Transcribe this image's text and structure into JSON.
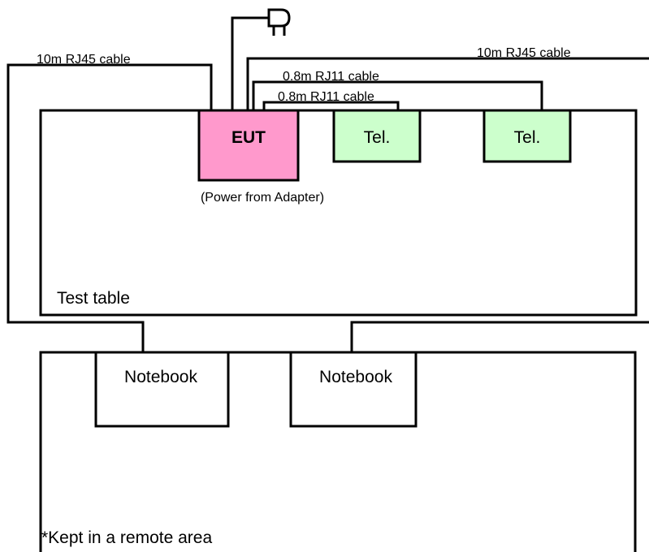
{
  "colors": {
    "eut_fill": "#ff99cc",
    "tel_fill": "#ccffcc",
    "line": "#000000",
    "background": "#ffffff"
  },
  "icons": {
    "power": "power-plug-icon"
  },
  "labels": {
    "cable_left": "10m RJ45 cable",
    "cable_right": "10m RJ45 cable",
    "rj11_upper": "0.8m RJ11 cable",
    "rj11_lower": "0.8m RJ11 cable",
    "eut": "EUT",
    "tel_1": "Tel.",
    "tel_2": "Tel.",
    "power_note": "(Power from Adapter)",
    "test_table": "Test table",
    "notebook_1": "Notebook",
    "notebook_2": "Notebook",
    "remote_note": "*Kept in a remote area"
  }
}
